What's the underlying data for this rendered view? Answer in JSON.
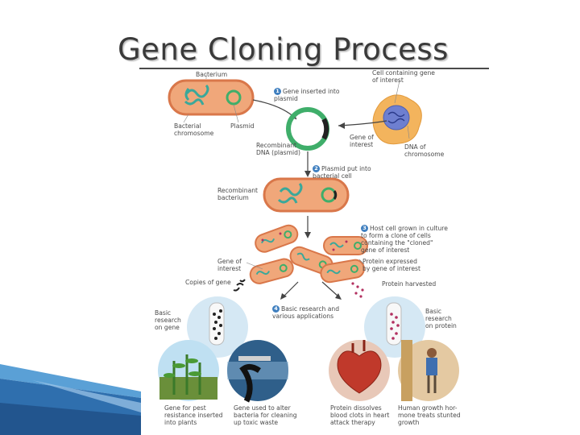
{
  "slide": {
    "title": "Gene Cloning Process"
  },
  "labels": {
    "bacterium": "Bacterium",
    "bacterial_chromosome": "Bacterial\nchromosome",
    "plasmid": "Plasmid",
    "cell_containing_gene": "Cell containing gene\nof interest",
    "recombinant_dna": "Recombinant\nDNA (plasmid)",
    "gene_of_interest_top": "Gene of\ninterest",
    "dna_of_chromosome": "DNA of\nchromosome",
    "recombinant_bacterium": "Recombinant\nbacterium",
    "gene_of_interest_mid": "Gene of\ninterest",
    "protein_expressed": "Protein expressed\nby gene of interest",
    "copies_of_gene": "Copies of gene",
    "protein_harvested": "Protein harvested",
    "basic_research_gene": "Basic\nresearch\non gene",
    "basic_research_protein": "Basic\nresearch\non protein",
    "app_plants": "Gene for pest\nresistance inserted\ninto plants",
    "app_toxic": "Gene used to alter\nbacteria for cleaning\nup toxic waste",
    "app_clots": "Protein dissolves\nblood clots in heart\nattack therapy",
    "app_growth": "Human growth hor-\nmone treats stunted\ngrowth"
  },
  "steps": [
    {
      "num": "1",
      "text": "Gene inserted into\nplasmid"
    },
    {
      "num": "2",
      "text": "Plasmid put into\nbacterial cell"
    },
    {
      "num": "3",
      "text": "Host cell grown in culture\nto form a clone of cells\ncontaining the \"cloned\"\ngene of interest"
    },
    {
      "num": "4",
      "text": "Basic research and\nvarious applications"
    }
  ],
  "colors": {
    "bacterium_fill": "#f0a77a",
    "bacterium_border": "#d9774a",
    "chromosome": "#3aa89a",
    "plasmid": "#3fae6a",
    "gene": "#222222",
    "cell": "#f3b45d",
    "nucleus": "#6e7fd0",
    "circle_fill": "#d5e8f4",
    "accent_blue": "#3f7fbf"
  }
}
